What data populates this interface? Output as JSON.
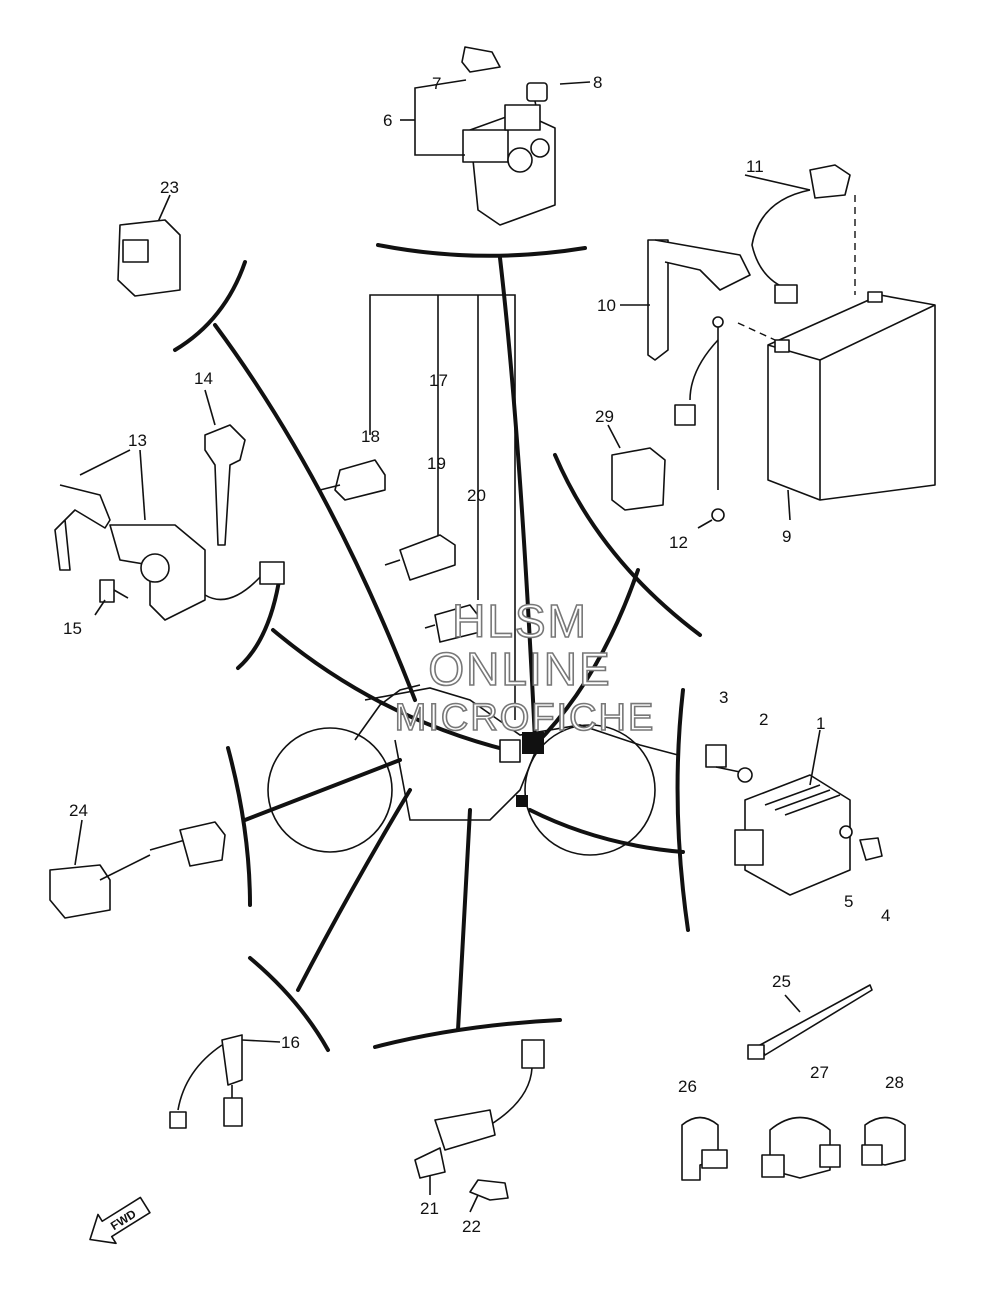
{
  "diagram": {
    "part_numbers": [
      "1",
      "2",
      "3",
      "4",
      "5",
      "6",
      "7",
      "8",
      "9",
      "10",
      "11",
      "12",
      "13",
      "14",
      "15",
      "16",
      "17",
      "18",
      "19",
      "20",
      "21",
      "22",
      "23",
      "24",
      "25",
      "26",
      "27",
      "28",
      "29"
    ],
    "watermark": {
      "line1": "HLSM",
      "line2": "ONLINE",
      "line3": "MICROFICHE"
    },
    "direction_arrow": "FWD",
    "icons": {
      "relay": "starter-relay-icon",
      "battery": "battery-icon",
      "rectifier": "rectifier-regulator-icon",
      "fuse": "fuse-icon",
      "switch": "main-switch-icon",
      "key": "key-icon"
    }
  }
}
